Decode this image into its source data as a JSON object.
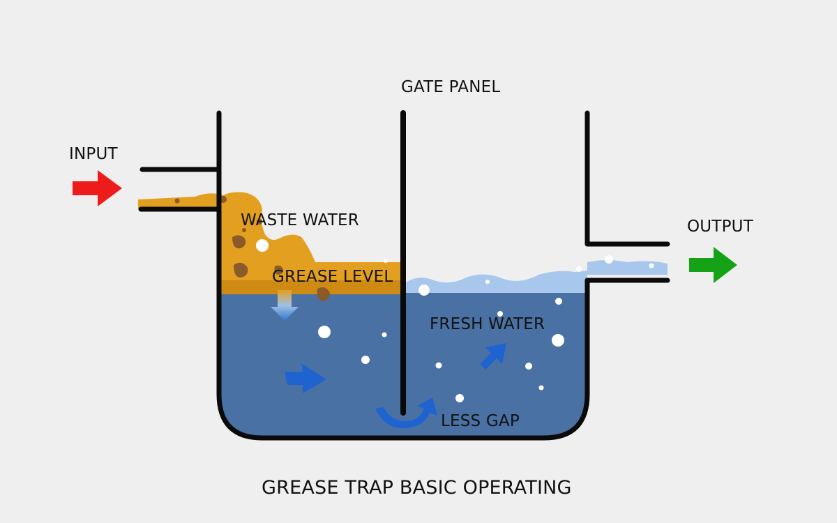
{
  "labels": {
    "input": "INPUT",
    "output": "OUTPUT",
    "gate_panel": "GATE PANEL",
    "waste_water": "WASTE WATER",
    "grease_level": "GREASE LEVEL",
    "fresh_water": "FRESH WATER",
    "less_gap": "LESS GAP"
  },
  "caption": "GREASE TRAP BASIC OPERATING",
  "colors": {
    "background": "#efefef",
    "tank_outline": "#0a0a0a",
    "grease": "#e39f1f",
    "grease_dark": "#cf8a14",
    "waste_particles": "#8a5a2a",
    "water": "#4a71a3",
    "water_surface": "#a8c7ec",
    "flow_arrow": "#1f63d1",
    "input_arrow": "#ee1b1b",
    "output_arrow": "#16a216"
  },
  "icons": {
    "input_arrow": "arrow-right-icon",
    "output_arrow": "arrow-right-icon",
    "flow_arrows": "arrow-icon",
    "less_gap_arrow": "curved-arrow-icon"
  }
}
